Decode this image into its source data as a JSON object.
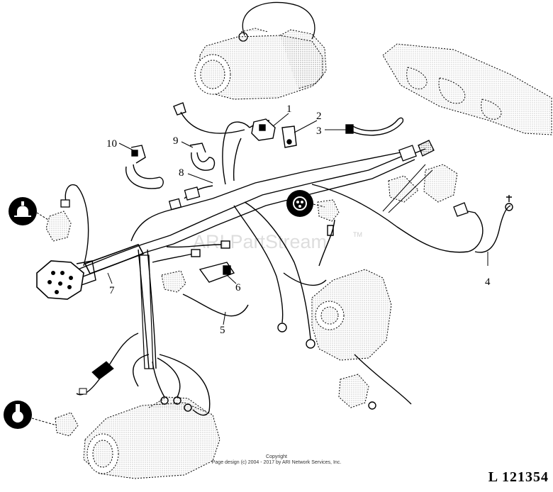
{
  "callouts": [
    "1",
    "2",
    "3",
    "4",
    "5",
    "6",
    "7",
    "8",
    "9",
    "10"
  ],
  "watermark": {
    "text": "ARI PartStream",
    "tm": "TM"
  },
  "copyright": {
    "line1": "Copyright",
    "line2": "Page design (c) 2004 - 2017 by ARI Network Services, Inc."
  },
  "figure_id": "L 121354",
  "symbols": [
    "oil-pressure-sender-icon",
    "temperature-sender-icon",
    "warning-lamp-icon"
  ]
}
